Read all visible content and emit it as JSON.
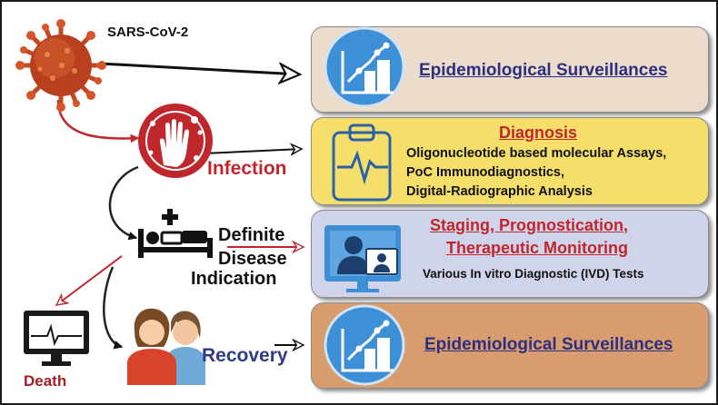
{
  "virus_label": "SARS-CoV-2",
  "infection_label": "Infection",
  "disease_label": [
    "Definite",
    "Disease",
    "Indication"
  ],
  "death_label": "Death",
  "recovery_label": "Recovery",
  "boxes": {
    "surveillance_top": {
      "title": "Epidemiological Surveillances"
    },
    "diagnosis": {
      "title": "Diagnosis",
      "lines": [
        "Oligonucleotide based molecular Assays,",
        "PoC Immunodiagnostics,",
        "Digital-Radiographic Analysis"
      ]
    },
    "staging": {
      "title_lines": [
        "Staging, Prognostication,",
        "Therapeutic Monitoring"
      ],
      "subtitle": "Various In vitro Diagnostic (IVD) Tests"
    },
    "surveillance_bottom": {
      "title": "Epidemiological Surveillances"
    }
  },
  "colors": {
    "box1": "#ecdccc",
    "box2": "#f5df6a",
    "box3": "#d0d4ea",
    "box4": "#d99c6e",
    "icon_circle": "#3d8fd6",
    "red_text": "#c0272d",
    "navy_text": "#2d2f80",
    "virus": "#b8401f"
  },
  "icons": {
    "virus": "sars-cov-2-virus-icon",
    "infection": "infected-hand-icon",
    "disease": "patient-in-bed-icon",
    "death": "ecg-monitor-flatline-icon",
    "recovery": "recovered-people-icon",
    "surveillance": "bar-chart-trend-icon",
    "diagnosis": "clipboard-ecg-icon",
    "staging": "telemedicine-doctor-icon"
  }
}
